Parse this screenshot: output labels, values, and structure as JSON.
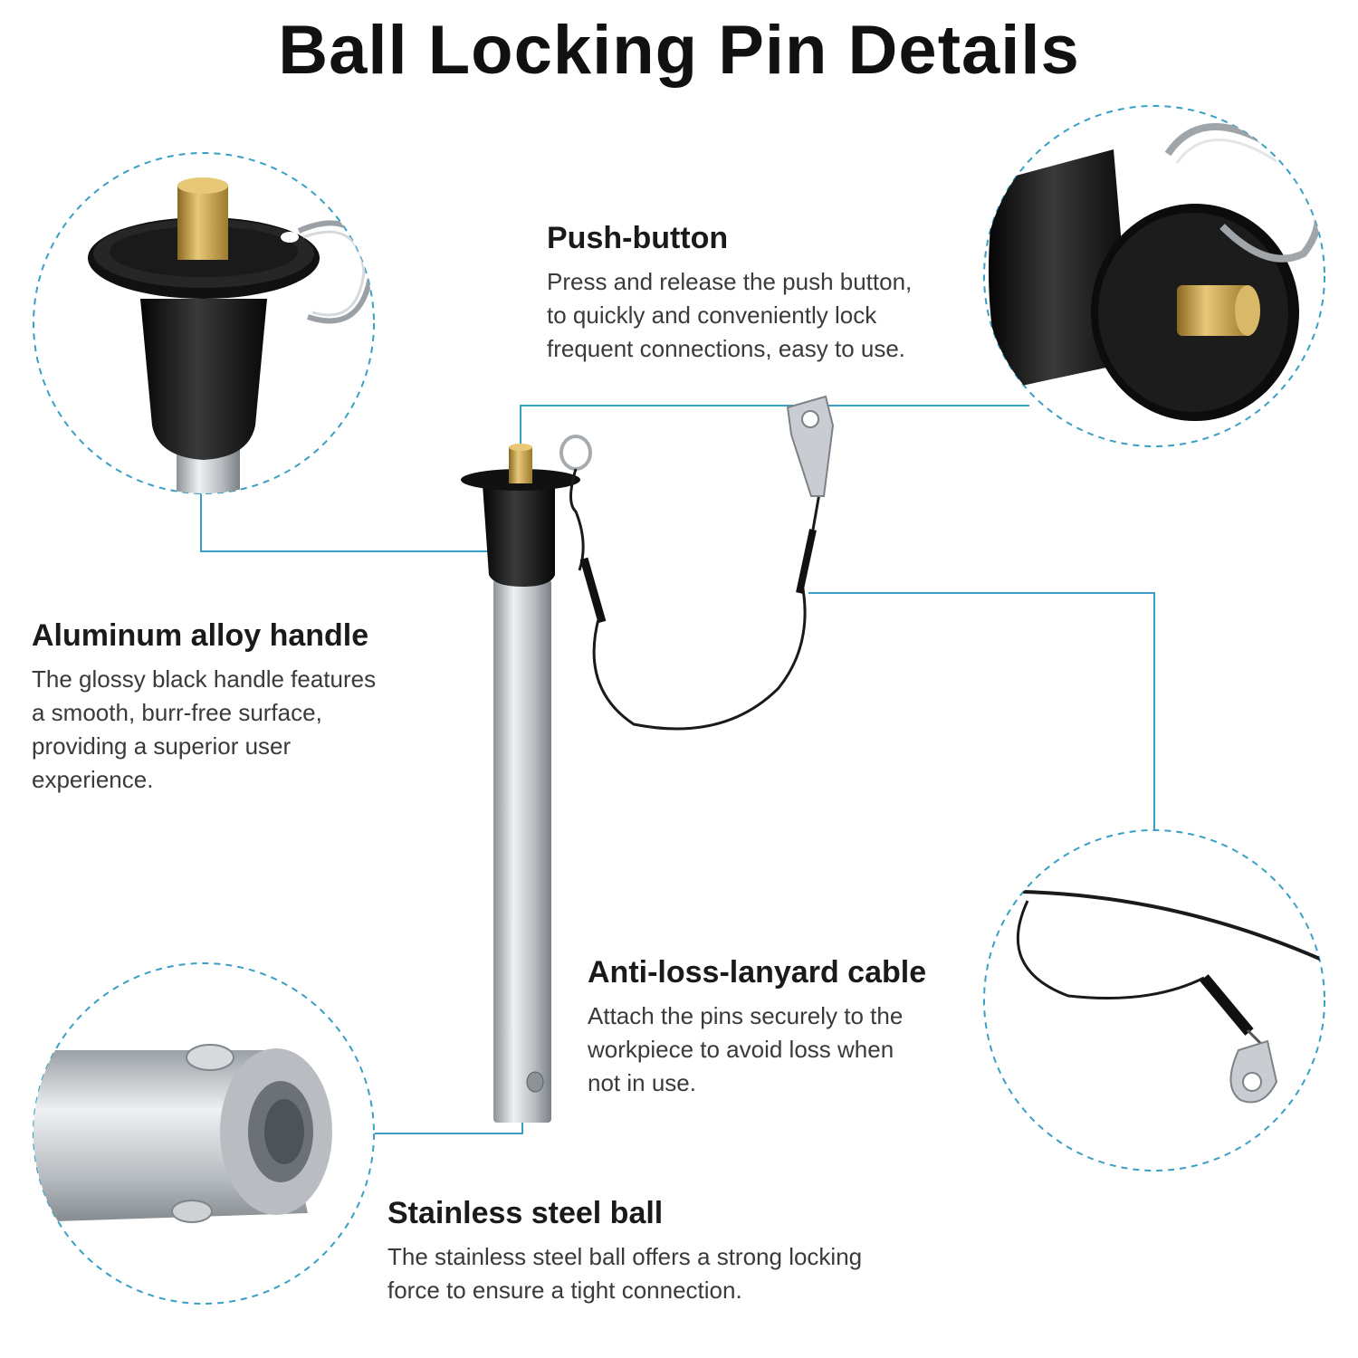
{
  "title": "Ball Locking Pin Details",
  "features": {
    "push_button": {
      "heading": "Push-button",
      "body": [
        "Press and release the push button,",
        "to quickly and conveniently lock",
        "frequent connections, easy to use."
      ]
    },
    "handle": {
      "heading": "Aluminum alloy handle",
      "body": [
        "The glossy black handle features",
        "a smooth, burr-free surface,",
        "providing a superior user",
        "experience."
      ]
    },
    "lanyard": {
      "heading": "Anti-loss-lanyard cable",
      "body": [
        "Attach the pins securely to the",
        "workpiece to avoid loss when",
        "not in use."
      ]
    },
    "ball": {
      "heading": "Stainless steel ball",
      "body": [
        "The stainless steel ball offers a strong locking",
        "force to ensure a tight connection."
      ]
    }
  },
  "colors": {
    "accent": "#3a9fc4",
    "handle": "#111111",
    "brass": "#c9a24a",
    "steel": "#c4c8cc"
  }
}
